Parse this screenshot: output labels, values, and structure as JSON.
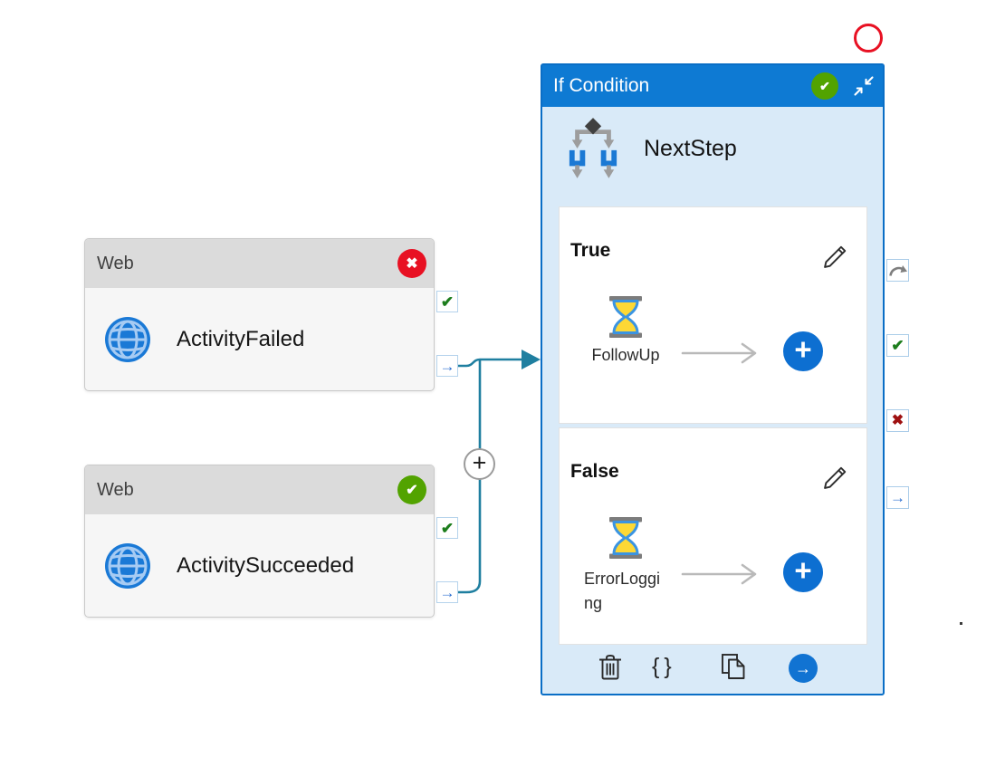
{
  "colors": {
    "accent_blue": "#0e7ad3",
    "selection_border_blue": "#0a6ec6",
    "if_body_light_blue": "#d9eaf8",
    "success_green": "#52a300",
    "error_red": "#e81123",
    "connector_teal": "#1f7fa0",
    "port_check_green": "#1c7d1c",
    "port_cross_red": "#9e1010",
    "port_arrow_blue": "#2d6fd0",
    "add_button_blue": "#0d6fd1"
  },
  "icons": {
    "check": "✔",
    "cross": "✖",
    "arrow_right": "→",
    "braces": "{}",
    "plus": "+"
  },
  "activities": {
    "failed": {
      "type": "Web",
      "name": "ActivityFailed",
      "status": "failed"
    },
    "succeeded": {
      "type": "Web",
      "name": "ActivitySucceeded",
      "status": "succeeded"
    }
  },
  "if_condition": {
    "type": "If Condition",
    "name": "NextStep",
    "status": "succeeded",
    "true_branch": {
      "label": "True",
      "activity": "FollowUp"
    },
    "false_branch": {
      "label": "False",
      "activity": "ErrorLogging"
    }
  }
}
